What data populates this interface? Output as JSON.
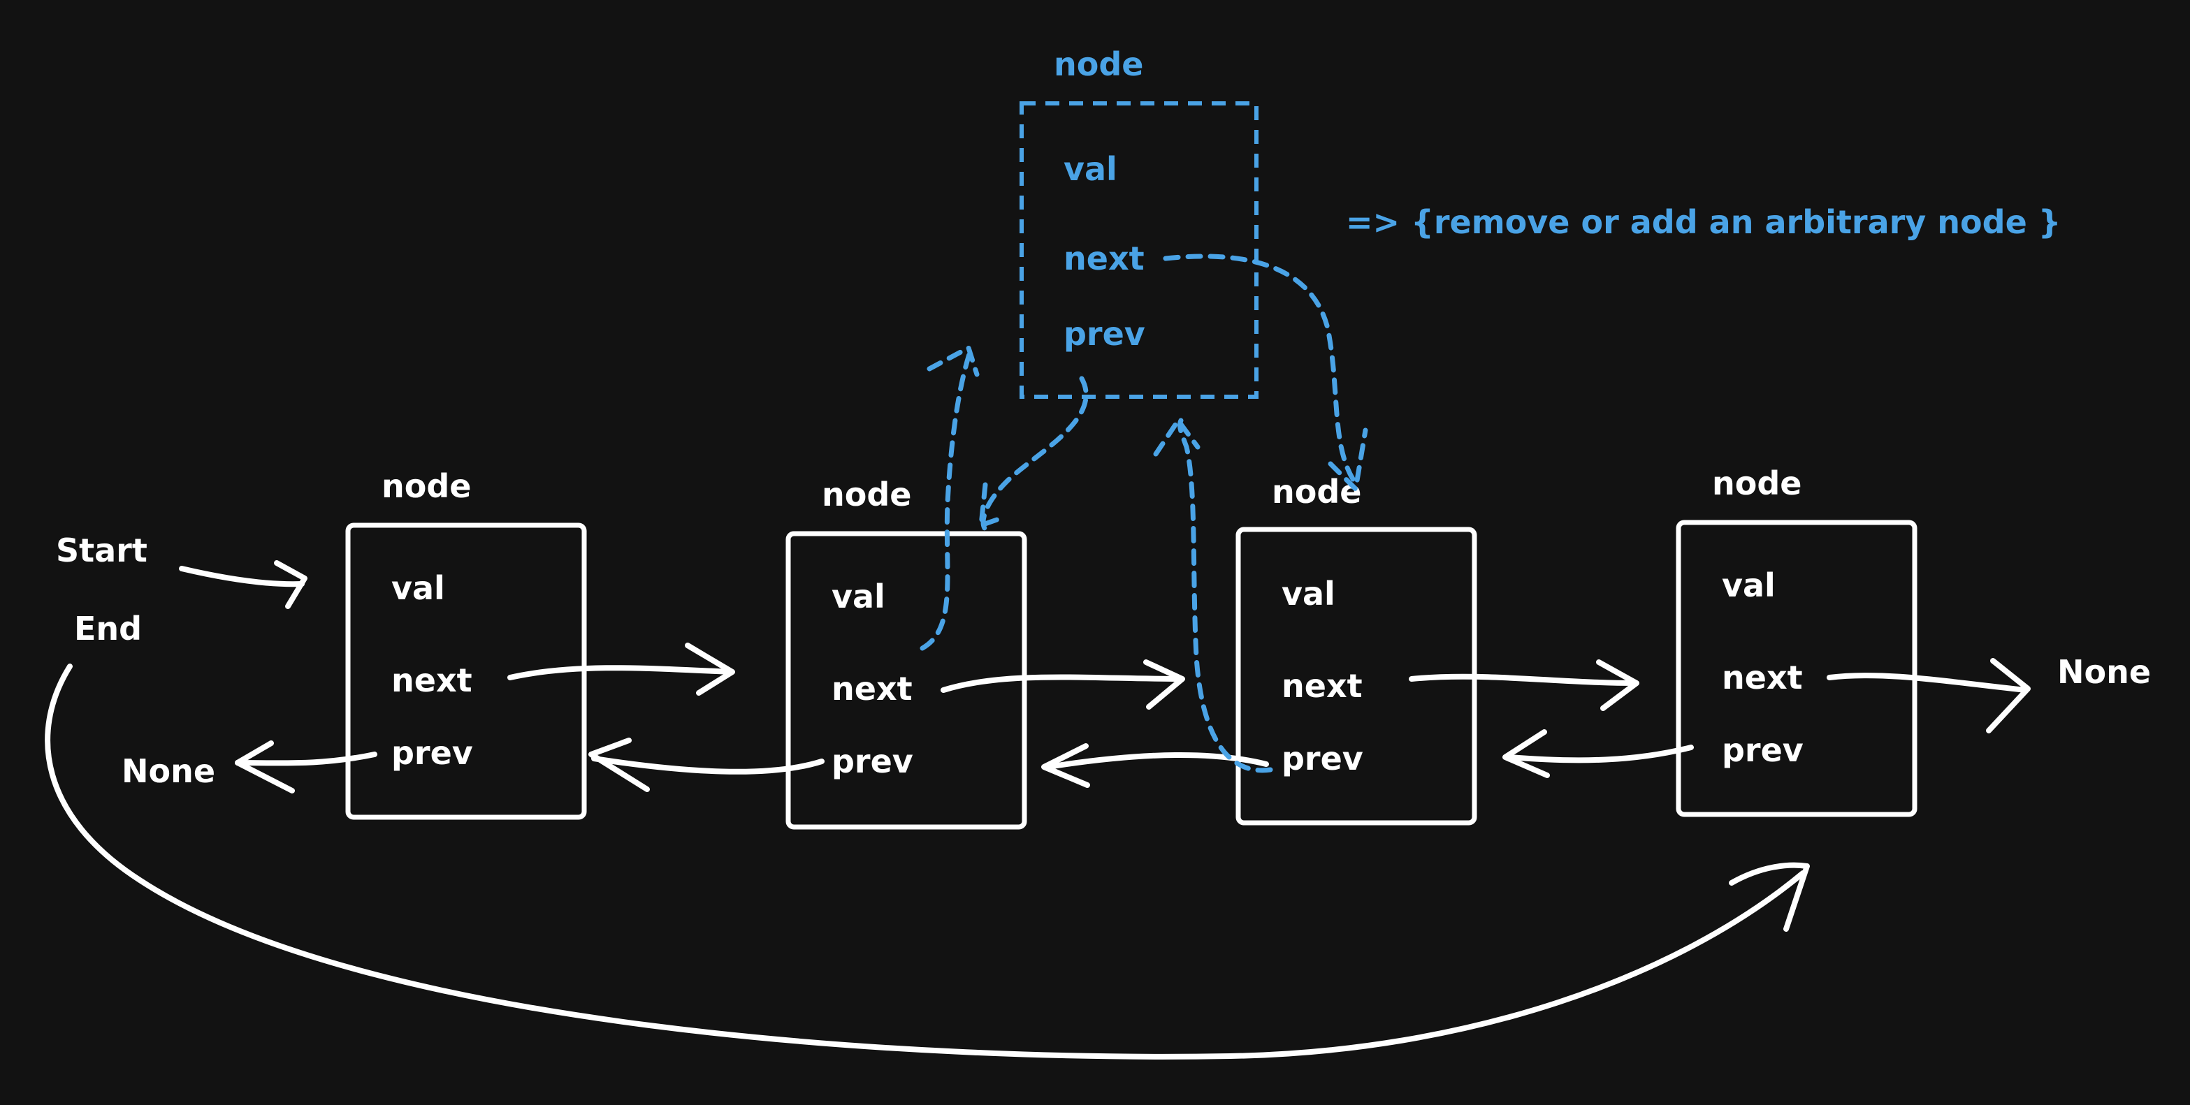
{
  "colors": {
    "background": "#121212",
    "stroke": "#ffffff",
    "highlight": "#4aa3e6"
  },
  "labels": {
    "start": "Start",
    "end": "End",
    "none_left": "None",
    "none_right": "None",
    "note": "=> {remove or add an arbitrary node }"
  },
  "nodes": [
    {
      "title": "node",
      "val": "val",
      "next": "next",
      "prev": "prev"
    },
    {
      "title": "node",
      "val": "val",
      "next": "next",
      "prev": "prev"
    },
    {
      "title": "node",
      "val": "val",
      "next": "next",
      "prev": "prev"
    },
    {
      "title": "node",
      "val": "val",
      "next": "next",
      "prev": "prev"
    }
  ],
  "new_node": {
    "title": "node",
    "val": "val",
    "next": "next",
    "prev": "prev"
  }
}
